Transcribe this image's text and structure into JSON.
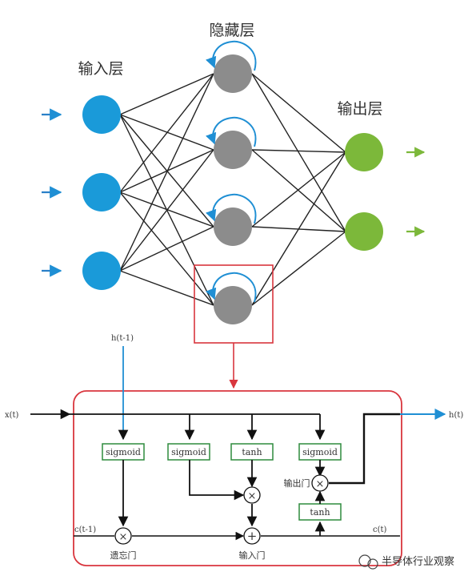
{
  "labels": {
    "hidden_layer": "隐藏层",
    "input_layer": "输入层",
    "output_layer": "输出层"
  },
  "lstm": {
    "h_prev": "h(t-1)",
    "x_in": "x(t)",
    "h_out": "h(t)",
    "c_prev": "c(t-1)",
    "c_out": "c(t)",
    "gate1": "sigmoid",
    "gate2": "sigmoid",
    "gate3": "tanh",
    "gate4": "sigmoid",
    "tanh_box": "tanh",
    "forget_gate": "遗忘门",
    "input_gate": "输入门",
    "output_gate": "输出门",
    "op_mul": "×",
    "op_add": "+"
  },
  "watermark": "半导体行业观察",
  "colors": {
    "input_node": "#1a9ad9",
    "hidden_node": "#8c8c8c",
    "output_node": "#7cb83a",
    "recurrent_arrow": "#1f8fd4",
    "highlight": "#d9363e",
    "gate_border": "#2e8b3d",
    "edge": "#222222"
  }
}
